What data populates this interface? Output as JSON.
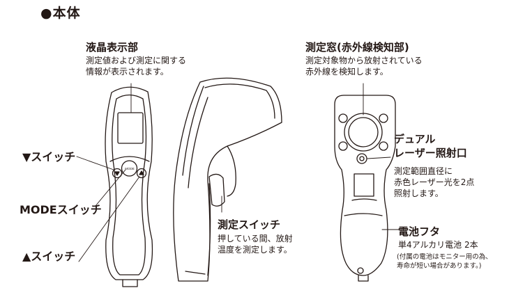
{
  "title": "●本体",
  "lcd": {
    "heading": "液晶表示部",
    "desc_lines": [
      "測定値および測定に関する",
      "情報が表示されます。"
    ]
  },
  "window": {
    "heading": "測定窓(赤外線検知部)",
    "desc_lines": [
      "測定対象物から放射されている",
      "赤外線を検知します。"
    ]
  },
  "down_switch": "▼スイッチ",
  "mode_switch": "MODEスイッチ",
  "up_switch": "▲スイッチ",
  "mode_button_text": "MODE",
  "measure": {
    "heading": "測定スイッチ",
    "desc_lines": [
      "押している間、放射",
      "温度を測定します。"
    ]
  },
  "laser": {
    "heading_lines": [
      "デュアル",
      "レーザー照射口"
    ],
    "desc_lines": [
      "測定範囲直径に",
      "赤色レーザー光を2点",
      "照射します。"
    ]
  },
  "battery": {
    "heading": "電池フタ",
    "desc": "単4アルカリ電池 2本",
    "note_lines": [
      "(付属の電池はモニター用の為、",
      "寿命が短い場合があります。)"
    ]
  }
}
